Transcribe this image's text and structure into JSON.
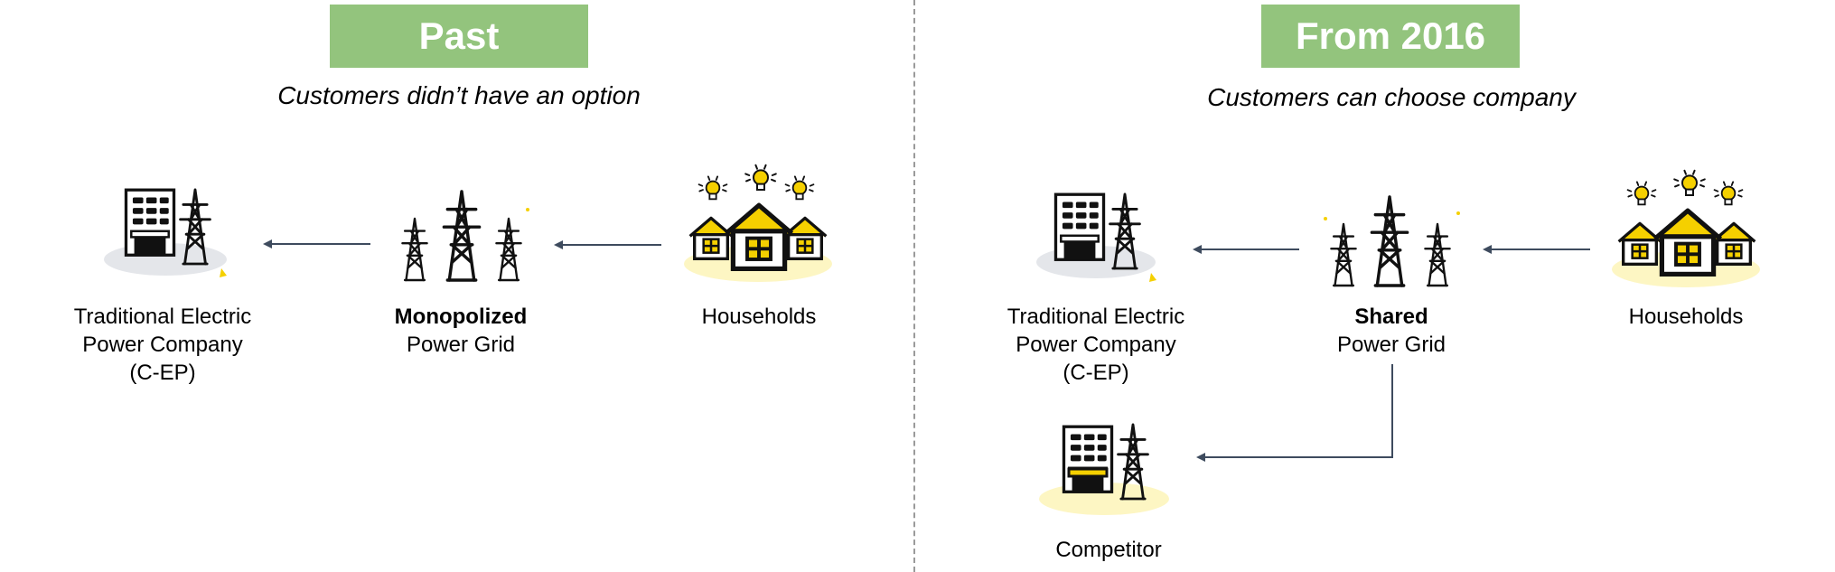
{
  "left_panel": {
    "header": "Past",
    "subtitle": "Customers didn’t have an option",
    "company": {
      "line1": "Traditional Electric",
      "line2": "Power Company",
      "line3": "(C-EP)"
    },
    "grid": {
      "bold": "Monopolized",
      "line2": "Power Grid"
    },
    "households": "Households"
  },
  "right_panel": {
    "header": "From 2016",
    "subtitle": "Customers can choose company",
    "company": {
      "line1": "Traditional Electric",
      "line2": "Power Company",
      "line3": "(C-EP)"
    },
    "grid": {
      "bold": "Shared",
      "line2": "Power Grid"
    },
    "households": "Households",
    "competitor": "Competitor"
  },
  "colors": {
    "header_green": "#93c47d",
    "arrow": "#3e4b5e",
    "bulb_yellow": "#f5d000",
    "glow_yellow": "#fdf6c3",
    "base_grey": "#e4e6ea"
  },
  "icons": {
    "company": "office-building-with-pylon-icon",
    "grid": "power-pylons-icon",
    "households": "houses-with-light-bulbs-icon",
    "competitor": "competitor-building-with-pylon-icon"
  }
}
